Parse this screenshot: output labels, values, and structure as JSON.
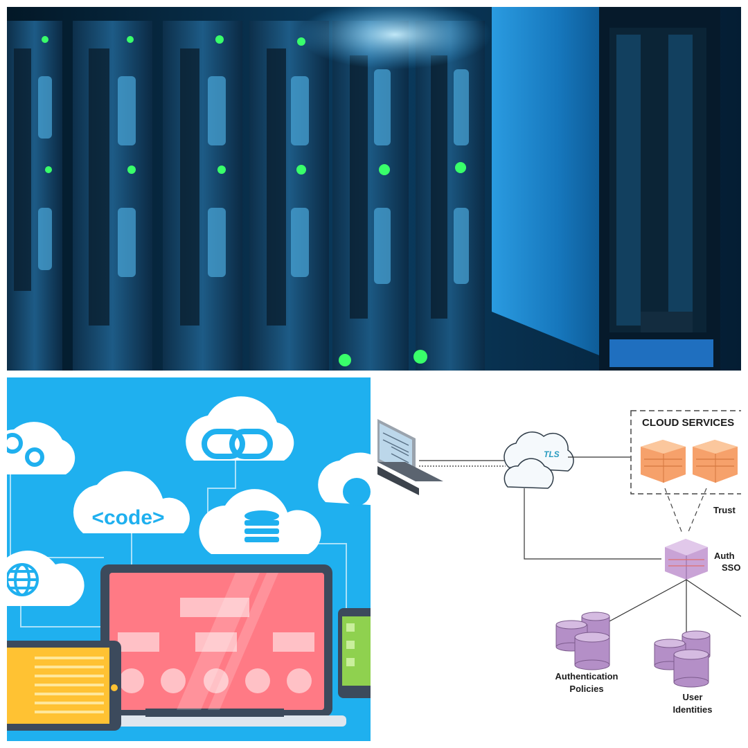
{
  "illustration": {
    "code_label": "<code>"
  },
  "diagram": {
    "cloud_services": "CLOUD SERVICES",
    "tls": "TLS",
    "trust": "Trust",
    "auth_line1": "Auth",
    "auth_line2": "SSO",
    "policies_line1": "Authentication",
    "policies_line2": "Policies",
    "identities_line1": "User",
    "identities_line2": "Identities"
  },
  "colors": {
    "illustration_bg": "#1fb0ef",
    "laptop_screen": "#ff7a85",
    "tablet_screen": "#ffc233",
    "phone_screen": "#8fd14f",
    "server_glow": "#3fb8ff",
    "status_led": "#39ff6a",
    "db_purple": "#b48fc7",
    "box_orange": "#f6a16b"
  }
}
